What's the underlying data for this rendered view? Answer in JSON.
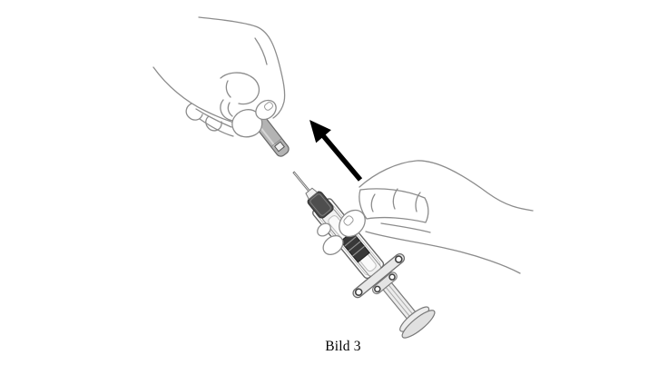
{
  "figure": {
    "caption": "Bild 3",
    "kind": "instruction-illustration",
    "parts": {
      "left_hand": "hand pulling needle cap upward",
      "needle_cap": "gray protective needle cap",
      "motion_arrow": "arrow pointing up-left",
      "syringe": "pre-filled safety syringe with exposed needle",
      "right_hand": "hand holding syringe"
    },
    "colors": {
      "background": "#ffffff",
      "ink": "#8c8c8c",
      "outline_dark": "#666666",
      "cap_fill": "#b3b3b3",
      "dark_band": "#4e4e4e",
      "stopper": "#383838",
      "arrow": "#000000",
      "caption_text": "#000000"
    }
  }
}
